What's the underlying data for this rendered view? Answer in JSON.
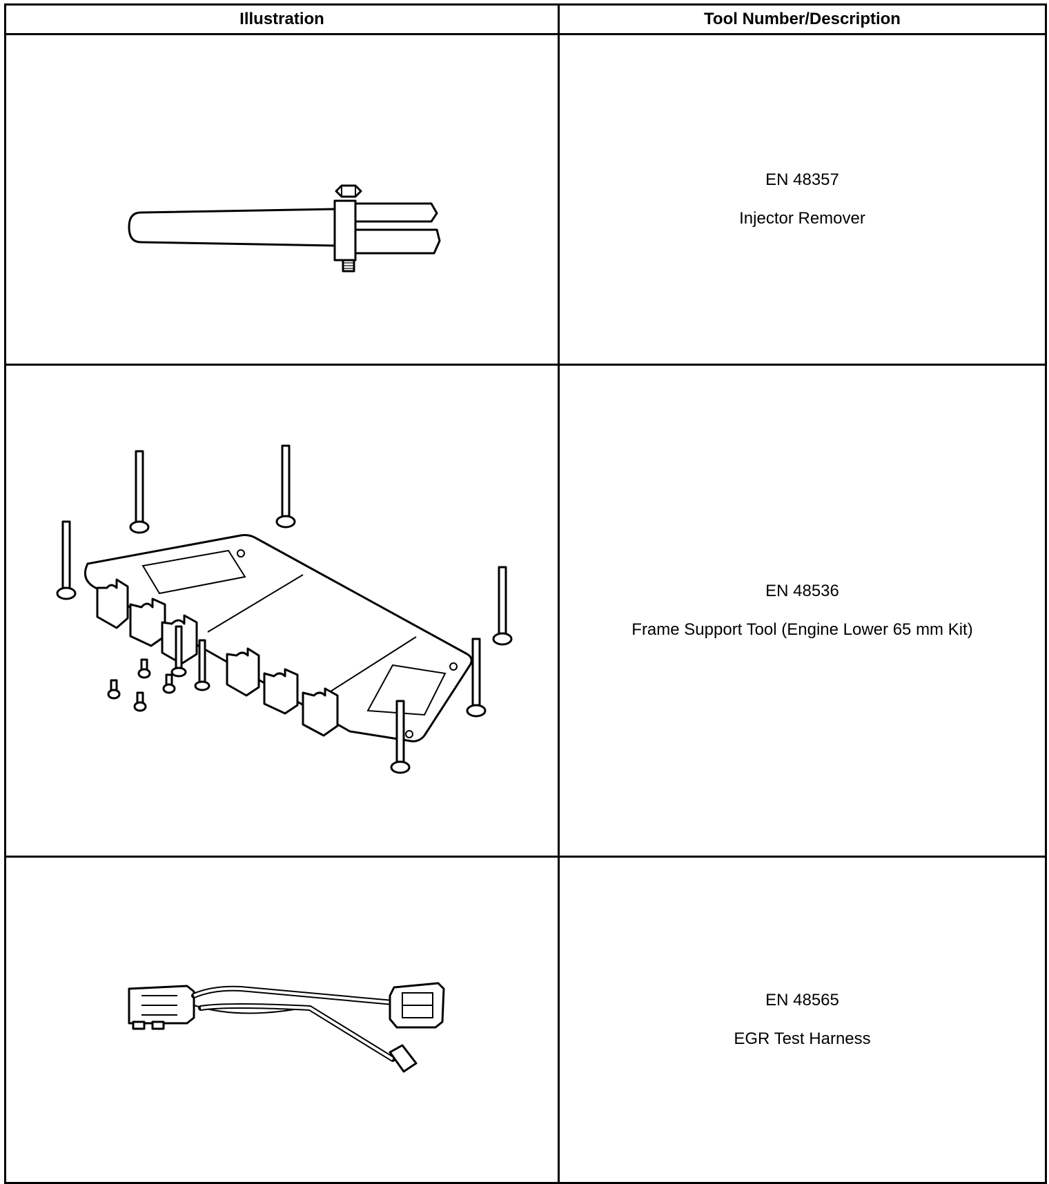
{
  "table": {
    "headers": {
      "illustration": "Illustration",
      "tool": "Tool Number/Description"
    },
    "rows": [
      {
        "icon": "injector-remover-illustration",
        "number": "EN 48357",
        "description": "Injector Remover"
      },
      {
        "icon": "frame-support-tool-illustration",
        "number": "EN 48536",
        "description": "Frame Support Tool (Engine Lower 65 mm Kit)"
      },
      {
        "icon": "egr-test-harness-illustration",
        "number": "EN 48565",
        "description": "EGR Test Harness"
      }
    ]
  }
}
